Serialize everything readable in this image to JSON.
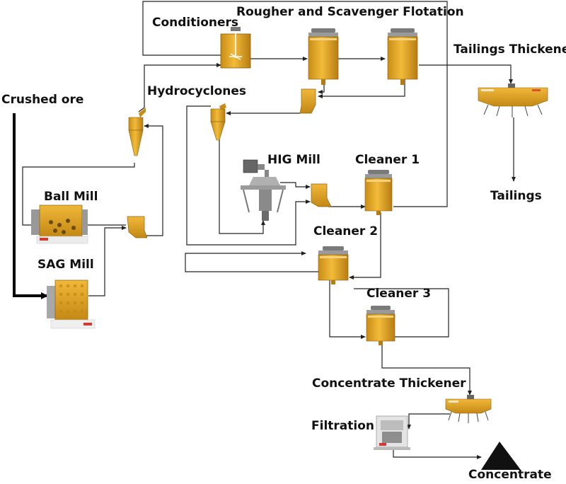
{
  "labels": {
    "crushed_ore": "Crushed ore",
    "conditioners": "Conditioners",
    "rougher_scavenger": "Rougher and Scavenger Flotation",
    "tailings_thickener": "Tailings Thickener",
    "hydrocyclones": "Hydrocyclones",
    "hig_mill": "HIG Mill",
    "cleaner_1": "Cleaner 1",
    "ball_mill": "Ball Mill",
    "tailings": "Tailings",
    "cleaner_2": "Cleaner 2",
    "sag_mill": "SAG Mill",
    "cleaner_3": "Cleaner 3",
    "concentrate_thickener": "Concentrate Thickener",
    "filtration": "Filtration",
    "concentrate": "Concentrate"
  },
  "colors": {
    "equipment_yellow": "#e8a92a",
    "equipment_dark": "#b47d14",
    "steel_grey": "#7a7a7a",
    "line": "#222222",
    "concentrate_pile": "#111111",
    "brand_red": "#d23b2f"
  }
}
